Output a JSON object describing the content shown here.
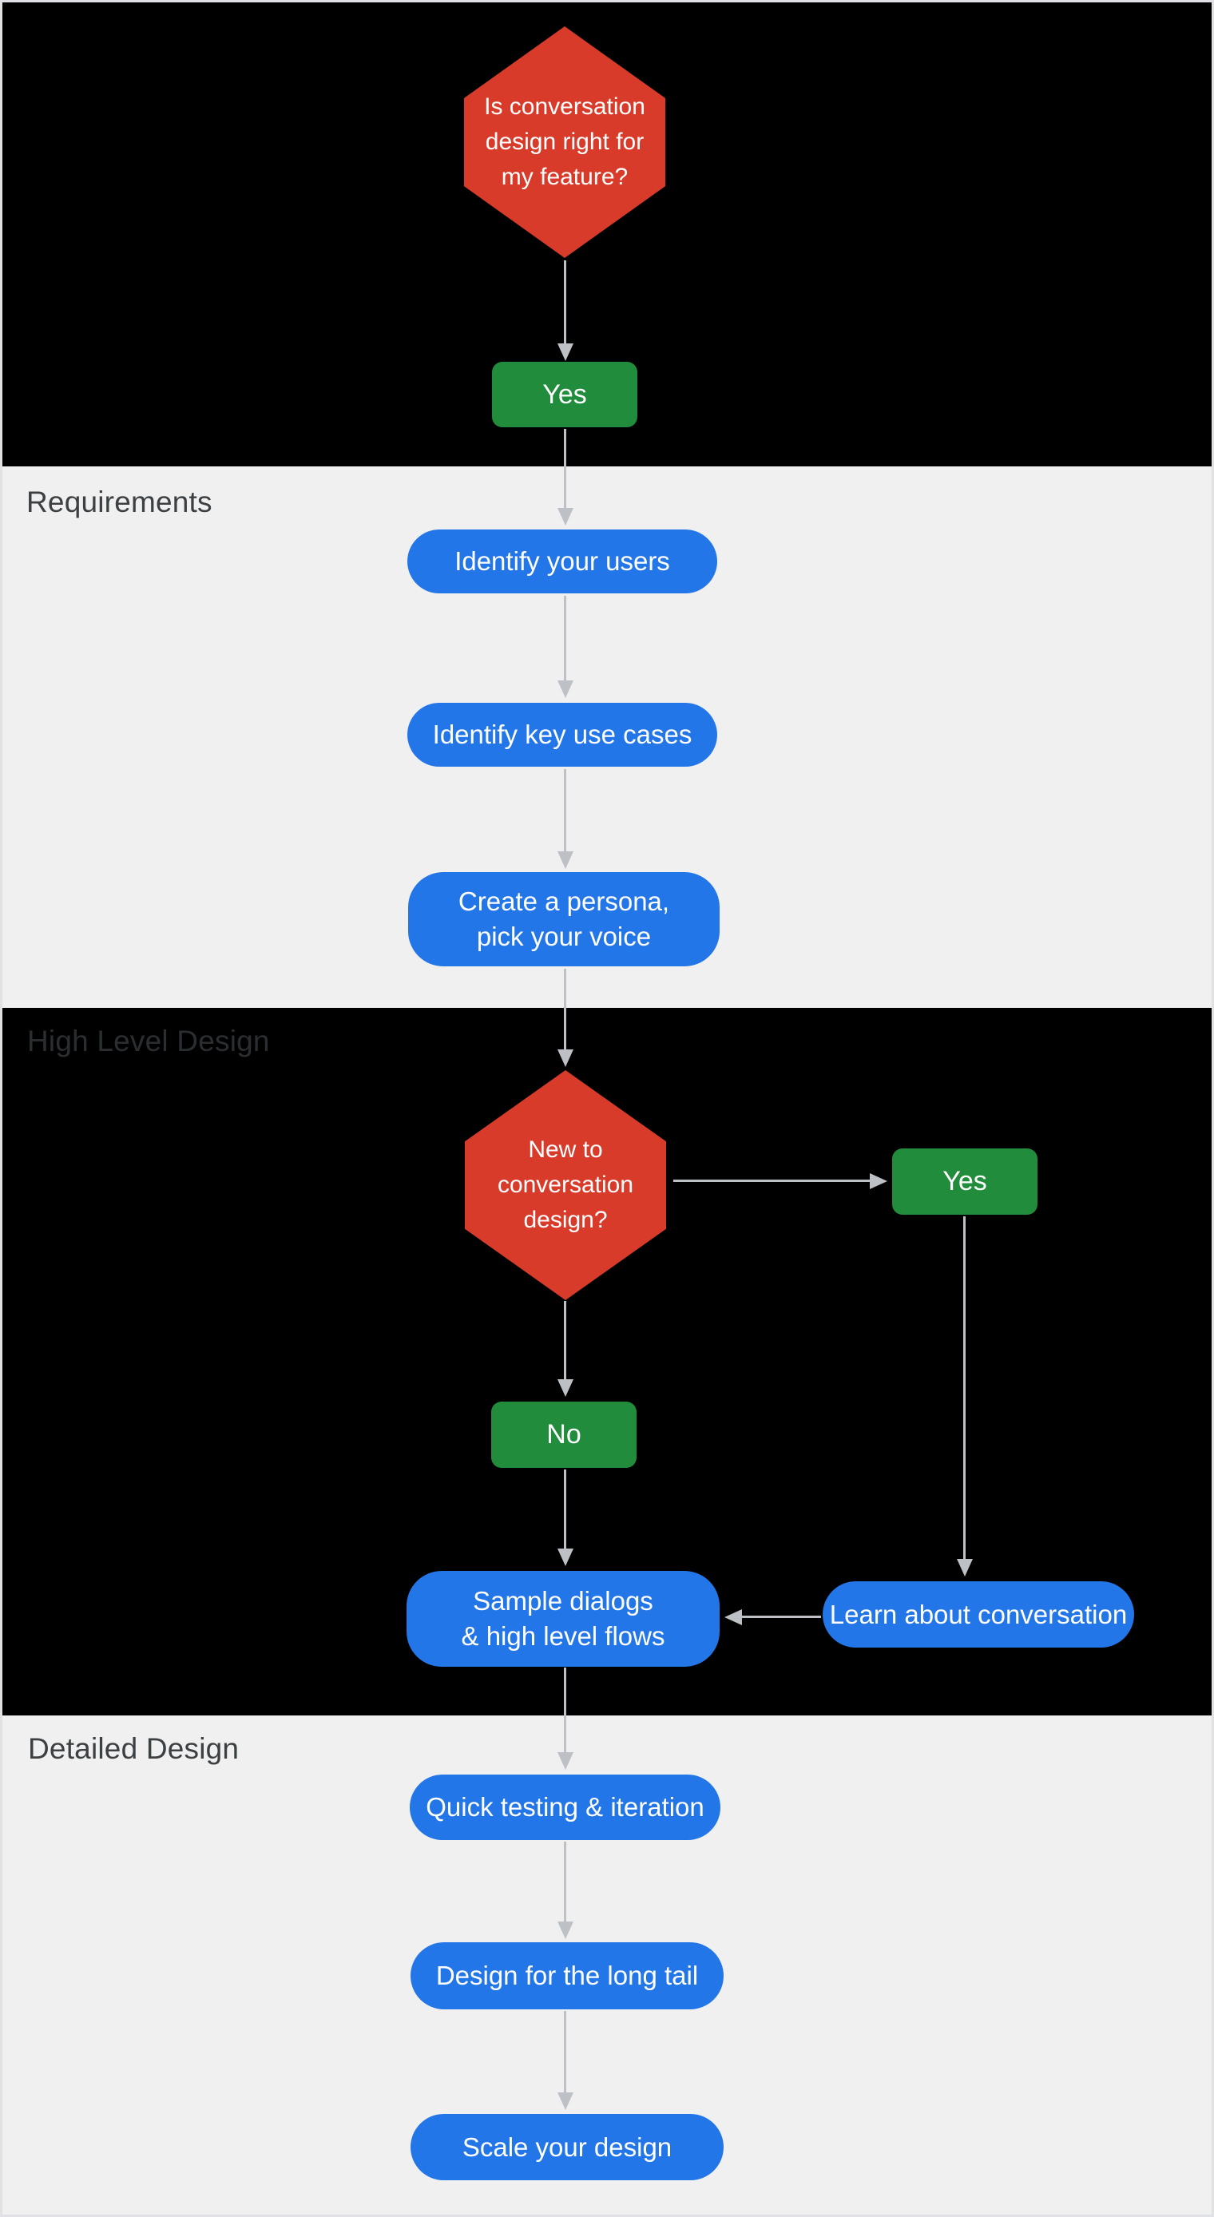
{
  "palette": {
    "canvas_border": "#dfe1e5",
    "section_dark_bg": "#000000",
    "section_light_bg": "#f0f0f0",
    "decision_red": "#d93b2b",
    "process_blue": "#2376e8",
    "answer_green": "#208c3c",
    "arrow_gray": "#bdc1c6",
    "label_gray": "#3c4043",
    "label_on_dark": "#2b2e31",
    "node_text": "#ffffff"
  },
  "sections": {
    "requirements": {
      "label": "Requirements"
    },
    "high_level_design": {
      "label": "High Level Design"
    },
    "detailed_design": {
      "label": "Detailed Design"
    }
  },
  "nodes": {
    "q_is_conversation_design_right": {
      "type": "decision",
      "lines": [
        "Is conversation",
        "design right for",
        "my feature?"
      ]
    },
    "q1_answer_yes": {
      "type": "answer",
      "label": "Yes"
    },
    "identify_your_users": {
      "type": "process",
      "label": "Identify your users"
    },
    "identify_key_use_cases": {
      "type": "process",
      "label": "Identify key use cases"
    },
    "create_a_persona": {
      "type": "process",
      "lines": [
        "Create a persona,",
        "pick your voice"
      ]
    },
    "q_new_to_conversation_design": {
      "type": "decision",
      "lines": [
        "New to",
        "conversation",
        "design?"
      ]
    },
    "q2_answer_yes": {
      "type": "answer",
      "label": "Yes"
    },
    "q2_answer_no": {
      "type": "answer",
      "label": "No"
    },
    "sample_dialogs": {
      "type": "process",
      "lines": [
        "Sample dialogs",
        "& high level flows"
      ]
    },
    "learn_about_conversation": {
      "type": "process",
      "label": "Learn about conversation"
    },
    "quick_testing_iteration": {
      "type": "process",
      "label": "Quick testing & iteration"
    },
    "design_for_long_tail": {
      "type": "process",
      "label": "Design for the long tail"
    },
    "scale_your_design": {
      "type": "process",
      "label": "Scale your design"
    }
  }
}
